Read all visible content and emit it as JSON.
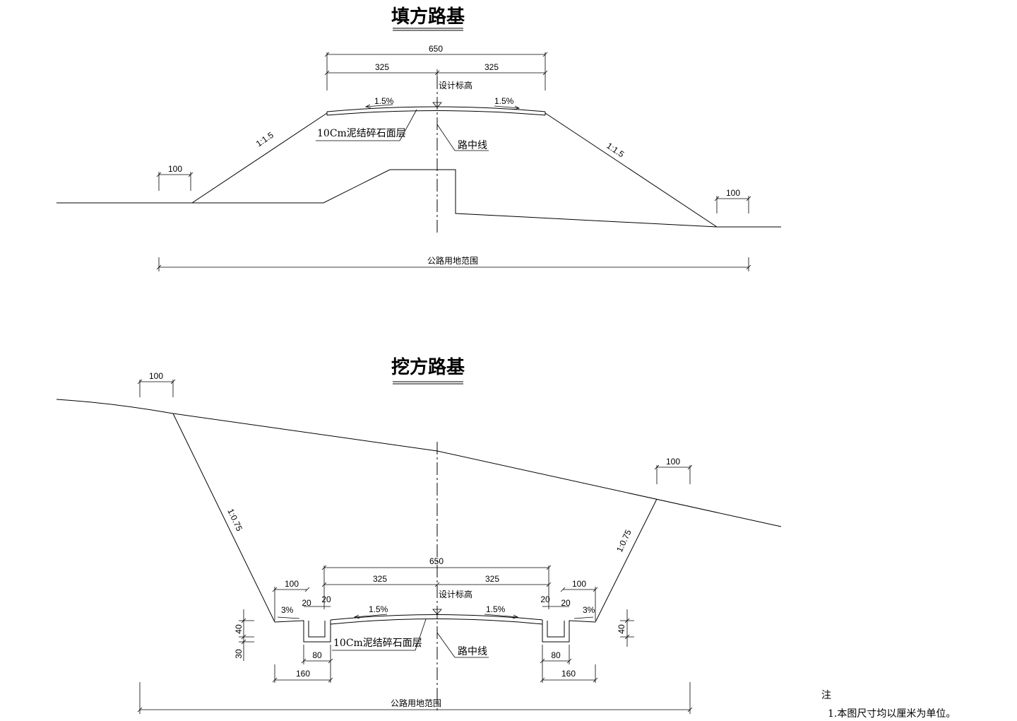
{
  "fill_section": {
    "title": "填方路基",
    "dims": {
      "total_width": "650",
      "half_left": "325",
      "half_right": "325",
      "offset_left": "100",
      "offset_right": "100"
    },
    "design_elevation": "设计标高",
    "crossfall_left": "1.5%",
    "crossfall_right": "1.5%",
    "slope_left": "1:1.5",
    "slope_right": "1:1.5",
    "pavement_label": "10Cm泥结碎石面层",
    "centerline_label": "路中线",
    "right_of_way": "公路用地范围"
  },
  "cut_section": {
    "title": "挖方路基",
    "dims": {
      "total_width": "650",
      "half_left": "325",
      "half_right": "325",
      "top_offset_left": "100",
      "top_offset_right": "100",
      "shoulder_left": "100",
      "shoulder_right": "100",
      "ditch_wall_l1": "20",
      "ditch_wall_l2": "20",
      "ditch_wall_r1": "20",
      "ditch_wall_r2": "20",
      "ditch_depth_left": "40",
      "ditch_base_left": "30",
      "ditch_depth_right": "40",
      "ditch_bottom_left": "80",
      "ditch_bottom_right": "80",
      "ditch_total_left": "160",
      "ditch_total_right": "160"
    },
    "design_elevation": "设计标高",
    "shoulder_fall_left": "3%",
    "shoulder_fall_right": "3%",
    "crossfall_left": "1.5%",
    "crossfall_right": "1.5%",
    "slope_left": "1:0.75",
    "slope_right": "1:0.75",
    "pavement_label": "10Cm泥结碎石面层",
    "centerline_label": "路中线",
    "right_of_way": "公路用地范围"
  },
  "notes": {
    "heading": "注",
    "items": [
      "1.本图尺寸均以厘米为单位。"
    ]
  }
}
